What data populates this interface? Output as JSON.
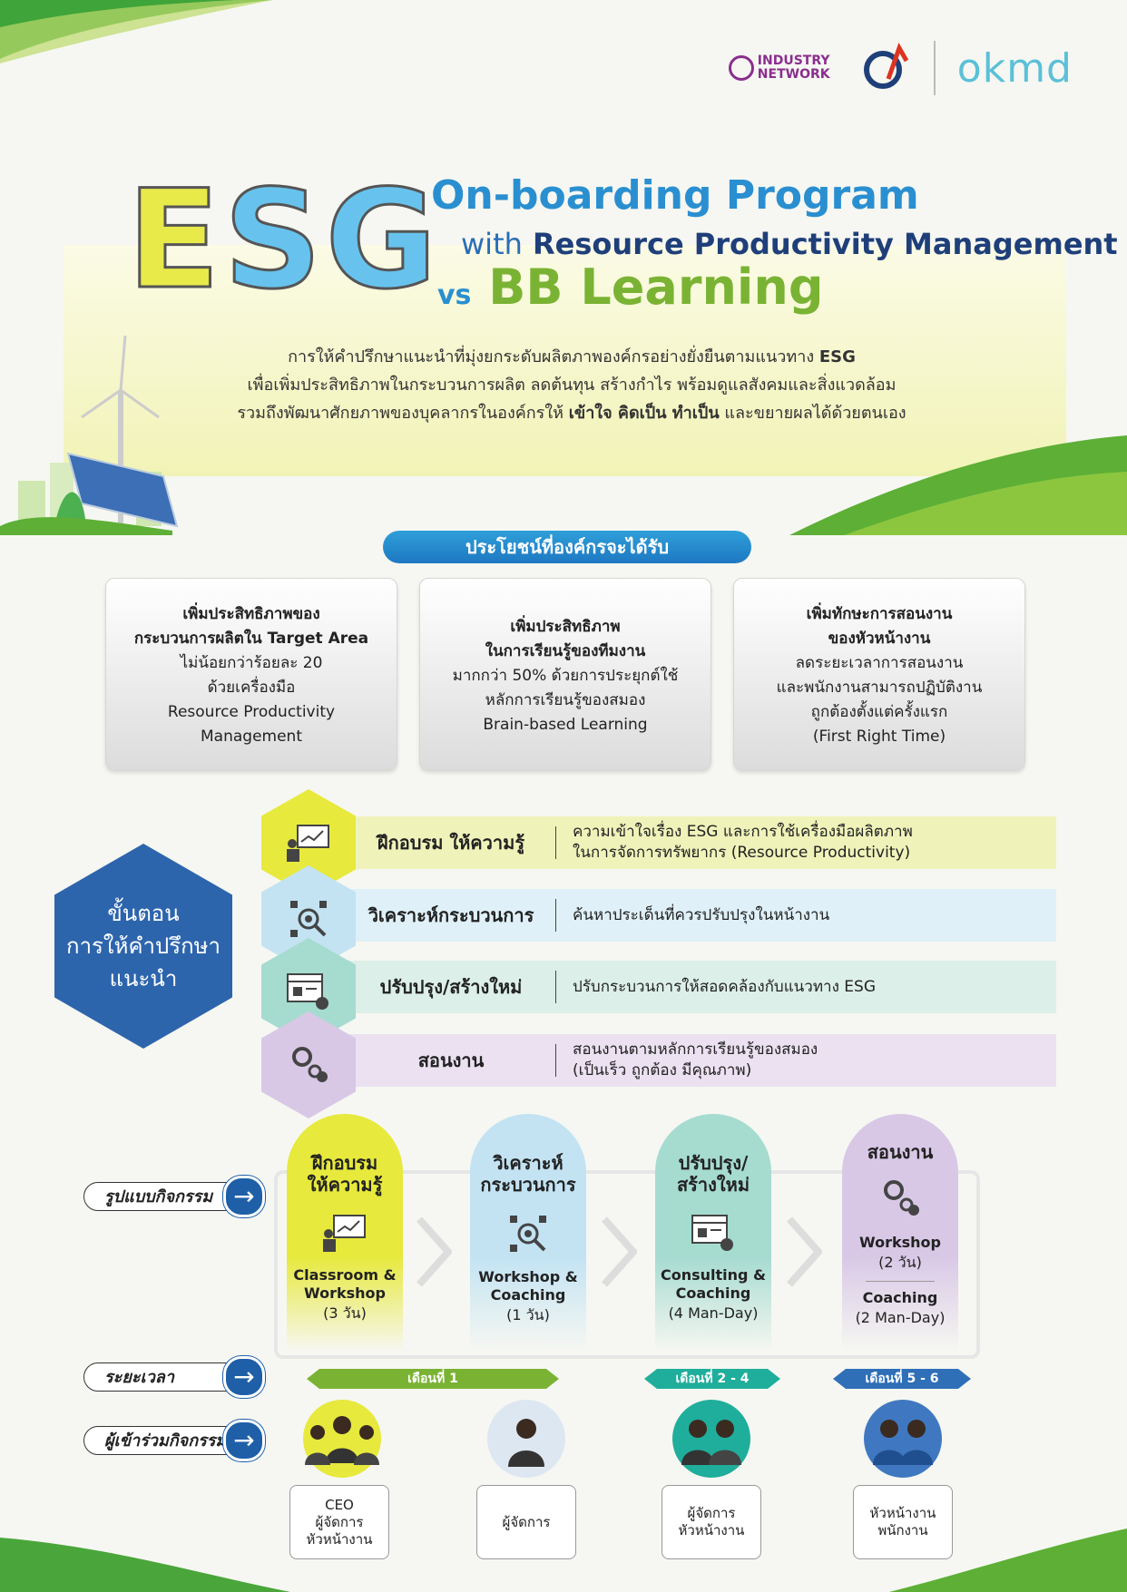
{
  "logos": {
    "industry_network": "INDUSTRY NETWORK",
    "okmd": "okmd"
  },
  "title": {
    "esg": [
      "E",
      "S",
      "G"
    ],
    "line1": "On-boarding Program",
    "line2_with": "with",
    "line2": "Resource Productivity Management",
    "line3_vs": "vs",
    "line3": "BB Learning"
  },
  "intro": {
    "l1_pre": "การให้คำปรึกษาแนะนำที่มุ่งยกระดับผลิตภาพองค์กรอย่างยั่งยืนตามแนวทาง",
    "l1_bold": "ESG",
    "l2": "เพื่อเพิ่มประสิทธิภาพในกระบวนการผลิต ลดต้นทุน สร้างกำไร พร้อมดูแลสังคมและสิ่งแวดล้อม",
    "l3_pre": "รวมถึงพัฒนาศักยภาพของบุคลากรในองค์กรให้",
    "l3_bold": "เข้าใจ คิดเป็น ทำเป็น",
    "l3_post": "และขยายผลได้ด้วยตนเอง"
  },
  "benefits_title": "ประโยชน์ที่องค์กรจะได้รับ",
  "benefits": [
    {
      "h1": "เพิ่มประสิทธิภาพของ",
      "h2": "กระบวนการผลิตใน Target Area",
      "lines": [
        "ไม่น้อยกว่าร้อยละ 20",
        "ด้วยเครื่องมือ",
        "Resource Productivity",
        "Management"
      ]
    },
    {
      "h1": "เพิ่มประสิทธิภาพ",
      "h2": "ในการเรียนรู้ของทีมงาน",
      "lines": [
        "มากกว่า 50% ด้วยการประยุกต์ใช้",
        "หลักการเรียนรู้ของสมอง",
        "Brain-based Learning"
      ]
    },
    {
      "h1": "เพิ่มทักษะการสอนงาน",
      "h2": "ของหัวหน้างาน",
      "lines": [
        "ลดระยะเวลาการสอนงาน",
        "และพนักงานสามารถปฏิบัติงาน",
        "ถูกต้องตั้งแต่ครั้งแรก",
        "(First Right Time)"
      ]
    }
  ],
  "steps_title": [
    "ขั้นตอน",
    "การให้คำปรึกษา",
    "แนะนำ"
  ],
  "steps": [
    {
      "label": "ฝึกอบรม ให้ความรู้",
      "desc1": "ความเข้าใจเรื่อง ESG และการใช้เครื่องมือผลิตภาพ",
      "desc2": "ในการจัดการทรัพยากร (Resource Productivity)"
    },
    {
      "label": "วิเคราะห์กระบวนการ",
      "desc1": "ค้นหาประเด็นที่ควรปรับปรุงในหน้างาน",
      "desc2": ""
    },
    {
      "label": "ปรับปรุง/สร้างใหม่",
      "desc1": "ปรับกระบวนการให้สอดคล้องกับแนวทาง ESG",
      "desc2": ""
    },
    {
      "label": "สอนงาน",
      "desc1": "สอนงานตามหลักการเรียนรู้ของสมอง",
      "desc2": "(เป็นเร็ว ถูกต้อง มีคุณภาพ)"
    }
  ],
  "side_labels": [
    "รูปแบบกิจกรรม",
    "ระยะเวลา",
    "ผู้เข้าร่วมกิจกรรม"
  ],
  "activities": [
    {
      "t1": "ฝึกอบรม",
      "t2": "ให้ความรู้",
      "s1": "Classroom &",
      "s2": "Workshop",
      "d": "(3 วัน)"
    },
    {
      "t1": "วิเคราะห์",
      "t2": "กระบวนการ",
      "s1": "Workshop &",
      "s2": "Coaching",
      "d": "(1 วัน)"
    },
    {
      "t1": "ปรับปรุง/",
      "t2": "สร้างใหม่",
      "s1": "Consulting &",
      "s2": "Coaching",
      "d": "(4 Man-Day)"
    },
    {
      "t1": "สอนงาน",
      "t2": "",
      "s1": "Workshop",
      "s2": "",
      "d": "(2 วัน)",
      "s3": "Coaching",
      "d2": "(2 Man-Day)"
    }
  ],
  "durations": [
    "เดือนที่ 1",
    "เดือนที่ 2 - 4",
    "เดือนที่ 5 - 6"
  ],
  "participants": [
    [
      "CEO",
      "ผู้จัดการ",
      "หัวหน้างาน"
    ],
    [
      "ผู้จัดการ"
    ],
    [
      "ผู้จัดการ",
      "หัวหน้างาน"
    ],
    [
      "หัวหน้างาน",
      "พนักงาน"
    ]
  ]
}
